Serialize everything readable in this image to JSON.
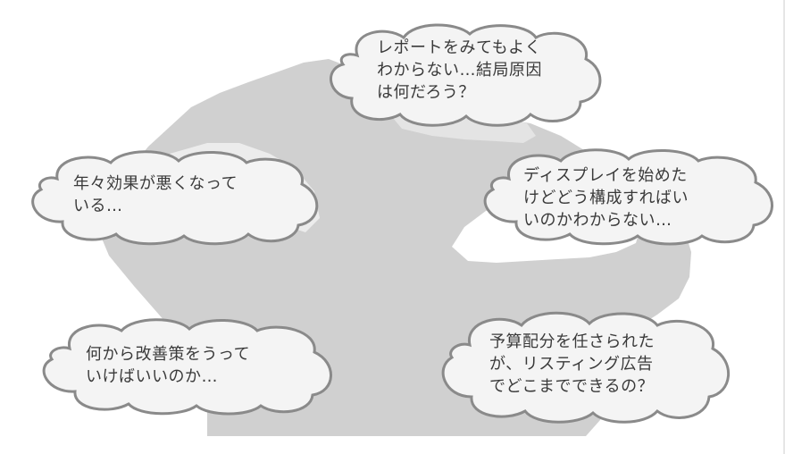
{
  "colors": {
    "silhouette": "#d0d0d0",
    "cloud_fill": "#f4f4f4",
    "cloud_stroke": "#8a8a8a",
    "text": "#3a3a3a"
  },
  "bubbles": [
    {
      "lines": [
        "レポートをみてもよく",
        "わからない…結局原因",
        "は何だろう？"
      ]
    },
    {
      "lines": [
        "年々効果が悪くなって",
        "いる…"
      ]
    },
    {
      "lines": [
        "ディスプレイを始めた",
        "けどどう構成すればい",
        "いのかわからない…"
      ]
    },
    {
      "lines": [
        "何から改善策をうって",
        "いけばいいのか…"
      ]
    },
    {
      "lines": [
        "予算配分を任さられた",
        "が、リスティング広告",
        "でどこまでできるの？"
      ]
    }
  ]
}
